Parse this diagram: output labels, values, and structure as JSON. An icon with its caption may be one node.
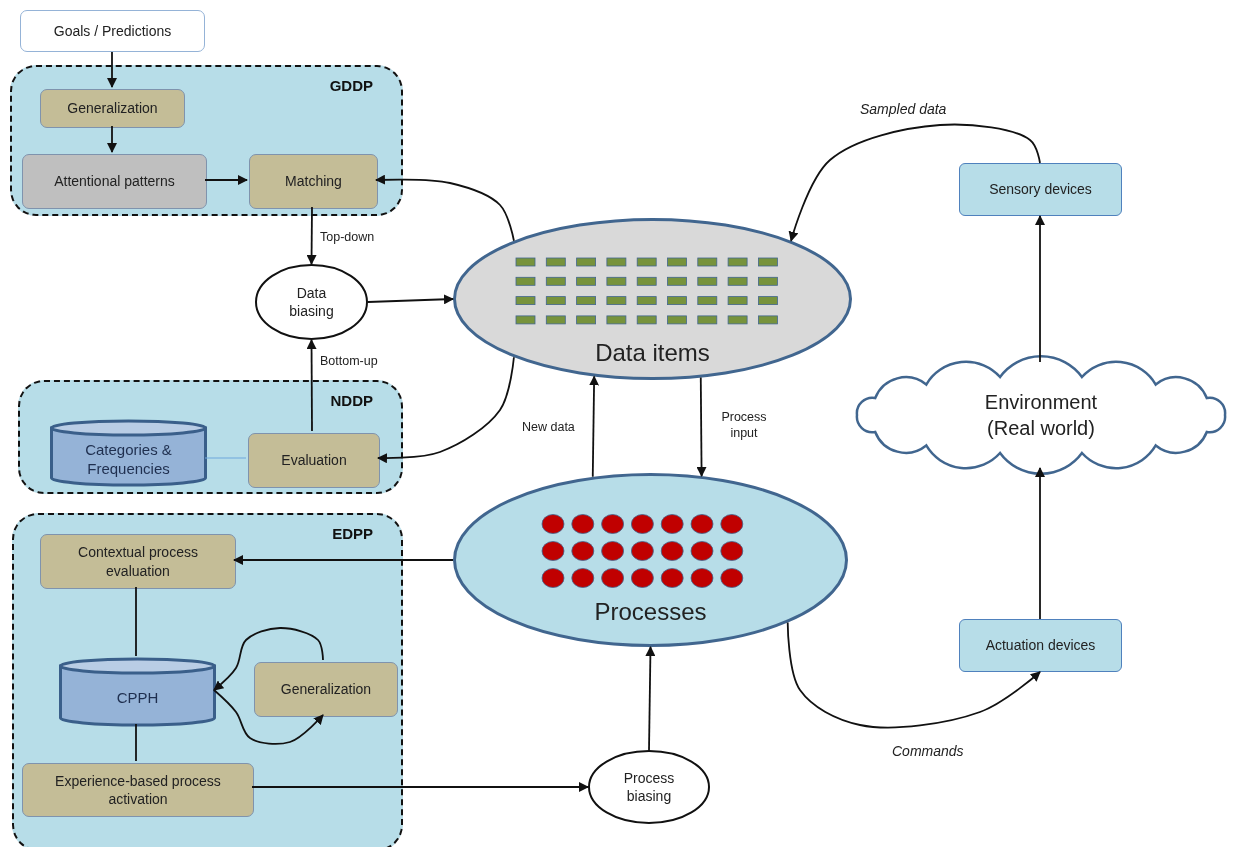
{
  "diagram": {
    "nodes": [
      {
        "text": [
          "Goals / Predictions"
        ]
      },
      {
        "text": [
          "GDDP"
        ]
      },
      {
        "text": [
          "Generalization"
        ],
        "in": 1
      },
      {
        "text": [
          "Attentional patterns"
        ],
        "in": 1
      },
      {
        "text": [
          "Matching"
        ],
        "in": 1
      },
      {
        "text": [
          "Data biasing"
        ]
      },
      {
        "text": [
          "NDDP"
        ]
      },
      {
        "text": [
          "Categories & Frequencies"
        ],
        "in": 6
      },
      {
        "text": [
          "Evaluation"
        ],
        "in": 6
      },
      {
        "text": [
          "EDPP"
        ]
      },
      {
        "text": [
          "Contextual process evaluation"
        ],
        "in": 9
      },
      {
        "text": [
          "CPPH"
        ],
        "in": 9
      },
      {
        "text": [
          "Generalization"
        ],
        "in": 9
      },
      {
        "text": [
          "Experience-based process activation"
        ],
        "in": 9
      },
      {
        "text": [
          "Data items"
        ]
      },
      {
        "text": [
          "Processes"
        ]
      },
      {
        "text": [
          "Process biasing"
        ]
      },
      {
        "text": [
          "Sensory devices"
        ]
      },
      {
        "text": [
          "Environment (Real world)"
        ]
      },
      {
        "text": [
          "Actuation devices"
        ]
      }
    ],
    "edges": [
      {
        "from": 0,
        "to": 2,
        "arrow": "to"
      },
      {
        "from": 2,
        "to": 3,
        "arrow": "to"
      },
      {
        "from": 3,
        "to": 4,
        "arrow": "to"
      },
      {
        "from": 14,
        "to": 4,
        "arrow": "to"
      },
      {
        "from": 4,
        "to": 5,
        "arrow": "to",
        "label": "Top-down"
      },
      {
        "from": 8,
        "to": 5,
        "arrow": "to",
        "label": "Bottom-up"
      },
      {
        "from": 5,
        "to": 14,
        "arrow": "to"
      },
      {
        "from": 14,
        "to": 8,
        "arrow": "to"
      },
      {
        "from": 7,
        "to": 8,
        "arrow": "none",
        "color": "#6fa8dc"
      },
      {
        "from": 15,
        "to": 10,
        "arrow": "to"
      },
      {
        "from": 10,
        "to": 11,
        "arrow": "none"
      },
      {
        "from": 11,
        "to": 13,
        "arrow": "none"
      },
      {
        "from": 12,
        "to": 11,
        "arrow": "to"
      },
      {
        "from": 11,
        "to": 12,
        "arrow": "to"
      },
      {
        "from": 13,
        "to": 16,
        "arrow": "to"
      },
      {
        "from": 16,
        "to": 15,
        "arrow": "to"
      },
      {
        "from": 15,
        "to": 14,
        "arrow": "to",
        "label": "New data"
      },
      {
        "from": 14,
        "to": 15,
        "arrow": "to",
        "label": "Process input"
      },
      {
        "from": 15,
        "to": 19,
        "arrow": "to",
        "label": "Commands"
      },
      {
        "from": 17,
        "to": 14,
        "arrow": "to",
        "label": "Sampled data"
      },
      {
        "from": 18,
        "to": 17,
        "arrow": "to"
      },
      {
        "from": 19,
        "to": 18,
        "arrow": "to"
      }
    ]
  }
}
